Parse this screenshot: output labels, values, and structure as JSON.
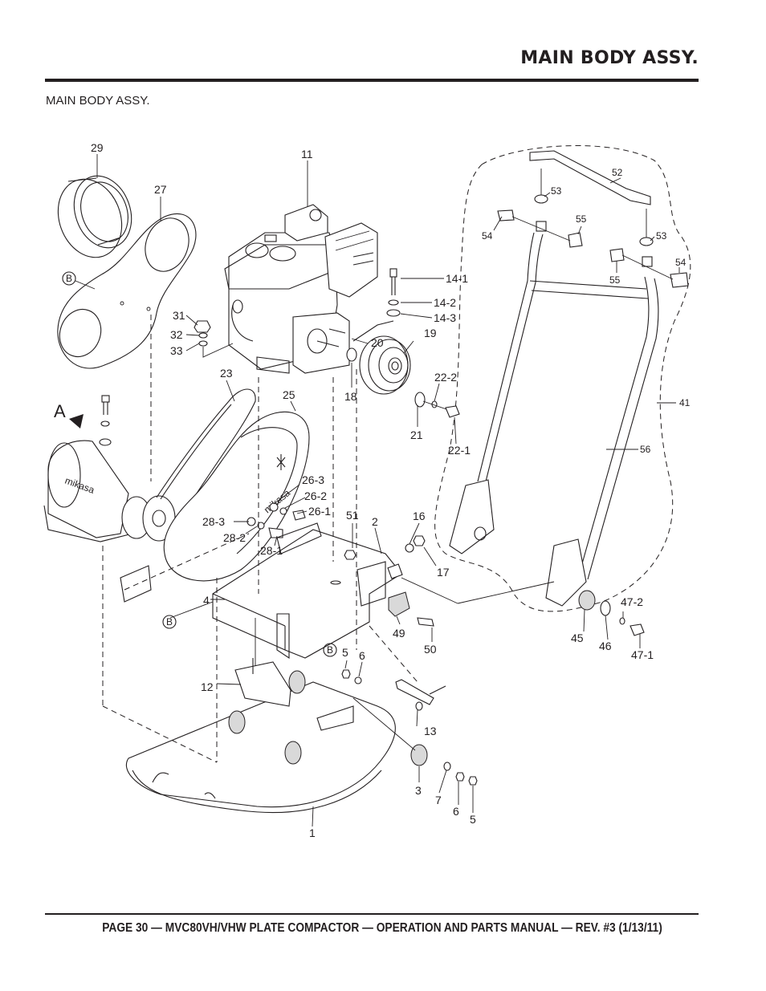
{
  "header": {
    "section_title": "MAIN BODY ASSY.",
    "subtitle": "MAIN BODY ASSY."
  },
  "footer": {
    "text": "PAGE 30 — MVC80VH/VHW PLATE COMPACTOR — OPERATION AND PARTS MANUAL — REV. #3 (1/13/11)"
  },
  "diagram": {
    "view_marker": "A",
    "ref_marker": "B",
    "callouts": {
      "p1": "1",
      "p2": "2",
      "p3": "3",
      "p4": "4",
      "p5a": "5",
      "p5b": "5",
      "p6a": "6",
      "p6b": "6",
      "p7": "7",
      "p11": "11",
      "p12": "12",
      "p13": "13",
      "p14_1": "14-1",
      "p14_2": "14-2",
      "p14_3": "14-3",
      "p16": "16",
      "p17": "17",
      "p18": "18",
      "p19": "19",
      "p20": "20",
      "p21": "21",
      "p22_1": "22-1",
      "p22_2": "22-2",
      "p23": "23",
      "p25": "25",
      "p26_1": "26-1",
      "p26_2": "26-2",
      "p26_3": "26-3",
      "p27": "27",
      "p28_1": "28-1",
      "p28_2": "28-2",
      "p28_3": "28-3",
      "p29": "29",
      "p31": "31",
      "p32": "32",
      "p33": "33",
      "p41": "41",
      "p45": "45",
      "p46": "46",
      "p47_1": "47-1",
      "p47_2": "47-2",
      "p49": "49",
      "p50": "50",
      "p51": "51",
      "p52": "52",
      "p53a": "53",
      "p53b": "53",
      "p54a": "54",
      "p54b": "54",
      "p55a": "55",
      "p55b": "55",
      "p56": "56"
    },
    "brand_marks": [
      "mikasa",
      "mikasa"
    ]
  }
}
